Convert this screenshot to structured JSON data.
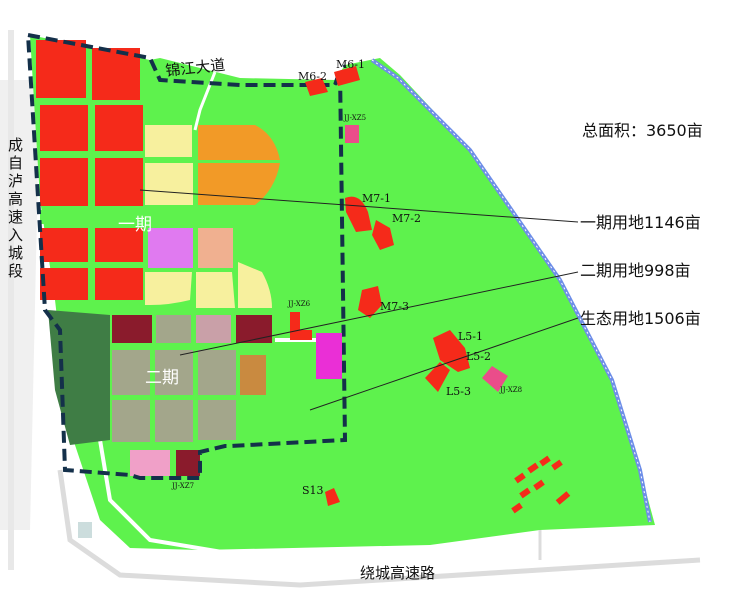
{
  "summary": {
    "total": "总面积：3650亩",
    "phase1": "一期用地1146亩",
    "phase2": "二期用地998亩",
    "eco": "生态用地1506亩"
  },
  "roads": {
    "north": "锦江大道",
    "south": "绕城高速路",
    "west": [
      "成",
      "自",
      "泸",
      "高",
      "速",
      "入",
      "城",
      "段"
    ]
  },
  "phase_labels": {
    "p1": "一期",
    "p2": "二期"
  },
  "plot_codes": {
    "m6_2": "M6-2",
    "m6_1": "M6-1",
    "jj_xz5": "JJ-XZ5",
    "m7_1": "M7-1",
    "m7_2": "M7-2",
    "m7_3": "M7-3",
    "jj_xz6": "JJ-XZ6",
    "l5_1": "L5-1",
    "l5_2": "L5-2",
    "l5_3": "L5-3",
    "jj_xz8": "JJ-XZ8",
    "s13": "S13",
    "jj_xz7": "JJ-XZ7"
  },
  "colors": {
    "eco_green": "#5ef24d",
    "commercial_red": "#f52a1a",
    "residential_yellow": "#f7f09e",
    "mixed_orange": "#f29a27",
    "phase2_gray": "#a3a68b",
    "phase2_dark": "#3f7d45",
    "lavender": "#e07af0",
    "pink": "#ea2fd6",
    "maroon": "#8a1b2c",
    "river_blue": "#6e8ee8"
  }
}
